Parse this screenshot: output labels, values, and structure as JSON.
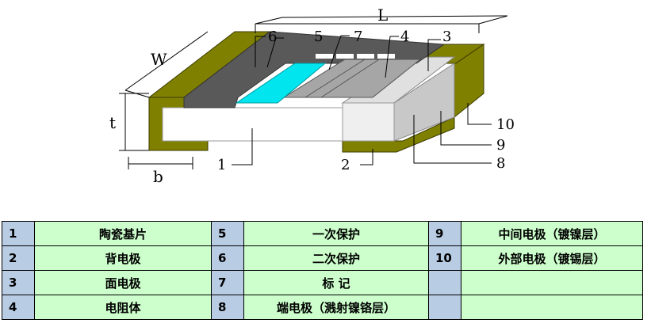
{
  "dimensions": {
    "length": "L",
    "width": "W",
    "thickness": "t",
    "band": "b"
  },
  "callouts": [
    "1",
    "2",
    "3",
    "4",
    "5",
    "6",
    "7",
    "8",
    "9",
    "10"
  ],
  "colors": {
    "outer_electrode": "#808000",
    "secondary_protection": "#595959",
    "primary_protection": "#00e5ee",
    "resistor": "#a6a6a6",
    "top_electrode": "#d9d9d9",
    "end_electrode": "#c8c8c8",
    "substrate": "#ffffff",
    "legend_number_bg": "#b8cce4",
    "legend_name_bg": "#ccffcc"
  },
  "legend": {
    "rows": [
      [
        {
          "num": "1",
          "name": "陶瓷基片"
        },
        {
          "num": "5",
          "name": "一次保护"
        },
        {
          "num": "9",
          "name": "中间电极（镀镍层）"
        }
      ],
      [
        {
          "num": "2",
          "name": "背电极"
        },
        {
          "num": "6",
          "name": "二次保护"
        },
        {
          "num": "10",
          "name": "外部电极（镀锡层）"
        }
      ],
      [
        {
          "num": "3",
          "name": "面电极"
        },
        {
          "num": "7",
          "name": "标  记"
        },
        {
          "num": "",
          "name": ""
        }
      ],
      [
        {
          "num": "4",
          "name": "电阻体"
        },
        {
          "num": "8",
          "name": "端电极（溅射镍铬层）"
        },
        {
          "num": "",
          "name": ""
        }
      ]
    ]
  }
}
